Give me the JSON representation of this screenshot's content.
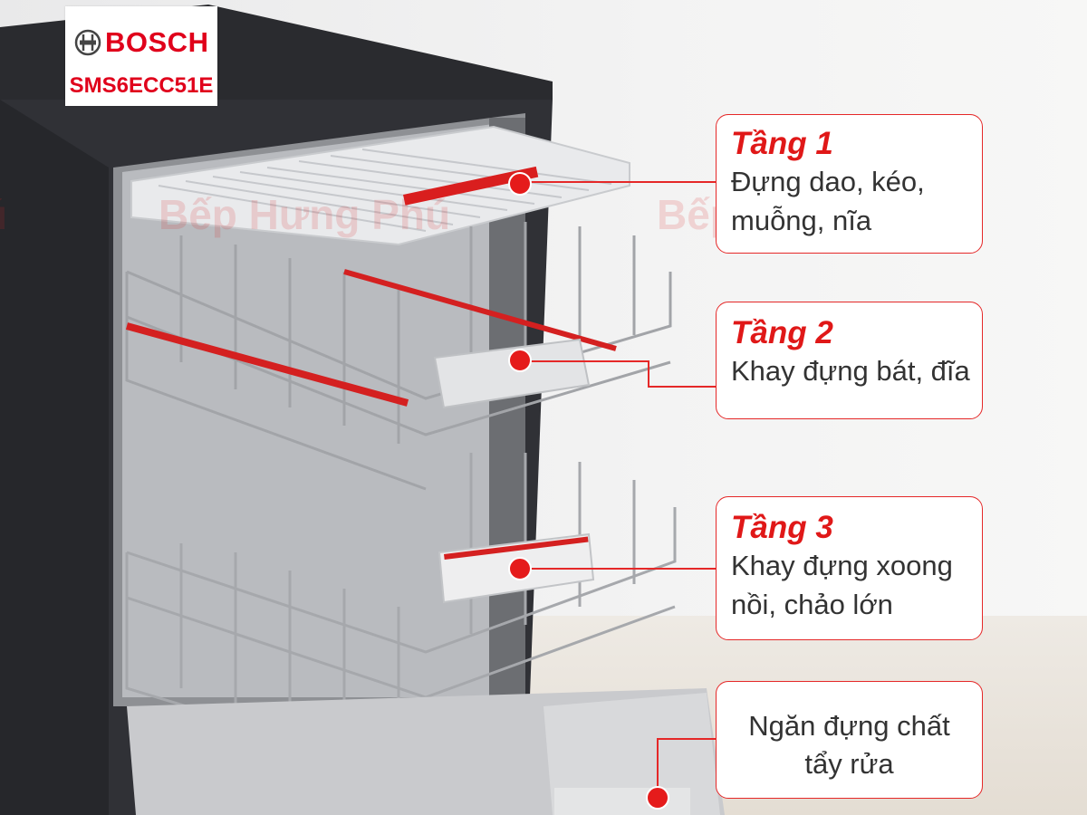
{
  "brand": {
    "name": "BOSCH",
    "model": "SMS6ECC51E",
    "color": "#e0001b"
  },
  "watermark": [
    "Bếp Hưng Phú",
    "Bếp Hưng Phú",
    "ú"
  ],
  "callouts": [
    {
      "title": "Tầng 1",
      "lines": [
        "Đựng dao, kéo,",
        "muỗng, nĩa"
      ]
    },
    {
      "title": "Tầng 2",
      "lines": [
        "Khay đựng bát, đĩa"
      ]
    },
    {
      "title": "Tầng 3",
      "lines": [
        "Khay đựng xoong",
        "nồi, chảo lớn"
      ]
    },
    {
      "title": "",
      "lines": [
        "Ngăn đựng chất",
        "tẩy rửa"
      ]
    }
  ],
  "accent": "#e52828"
}
